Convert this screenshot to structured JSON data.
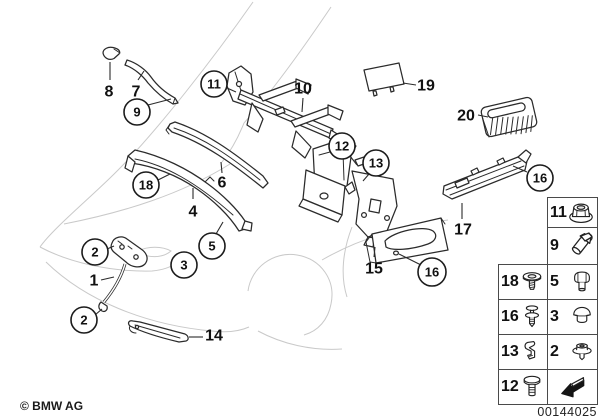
{
  "copyright": "© BMW AG",
  "diagram_number": "00144025",
  "callouts": {
    "n1": "1",
    "n2a": "2",
    "n2b": "2",
    "n3": "3",
    "n4": "4",
    "n5": "5",
    "n6": "6",
    "n7": "7",
    "n8": "8",
    "n9": "9",
    "n10": "10",
    "n11": "11",
    "n12": "12",
    "n13": "13",
    "n14": "14",
    "n15": "15",
    "n16a": "16",
    "n16b": "16",
    "n17": "17",
    "n18": "18",
    "n19": "19",
    "n20": "20"
  },
  "legend": {
    "cells": [
      {
        "number": "11",
        "icon": "flange-nut"
      },
      {
        "number": "9",
        "icon": "hose-clamp"
      },
      {
        "number": "18",
        "icon": "washer-head-screw"
      },
      {
        "number": "5",
        "icon": "hex-bolt"
      },
      {
        "number": "16",
        "icon": "expansion-rivet"
      },
      {
        "number": "3",
        "icon": "dome-plug"
      },
      {
        "number": "13",
        "icon": "sheet-metal-clip"
      },
      {
        "number": "2",
        "icon": "pan-head-screw"
      },
      {
        "number": "12",
        "icon": "round-head-bolt"
      },
      {
        "number": "",
        "icon": "direction-arrow"
      }
    ]
  }
}
